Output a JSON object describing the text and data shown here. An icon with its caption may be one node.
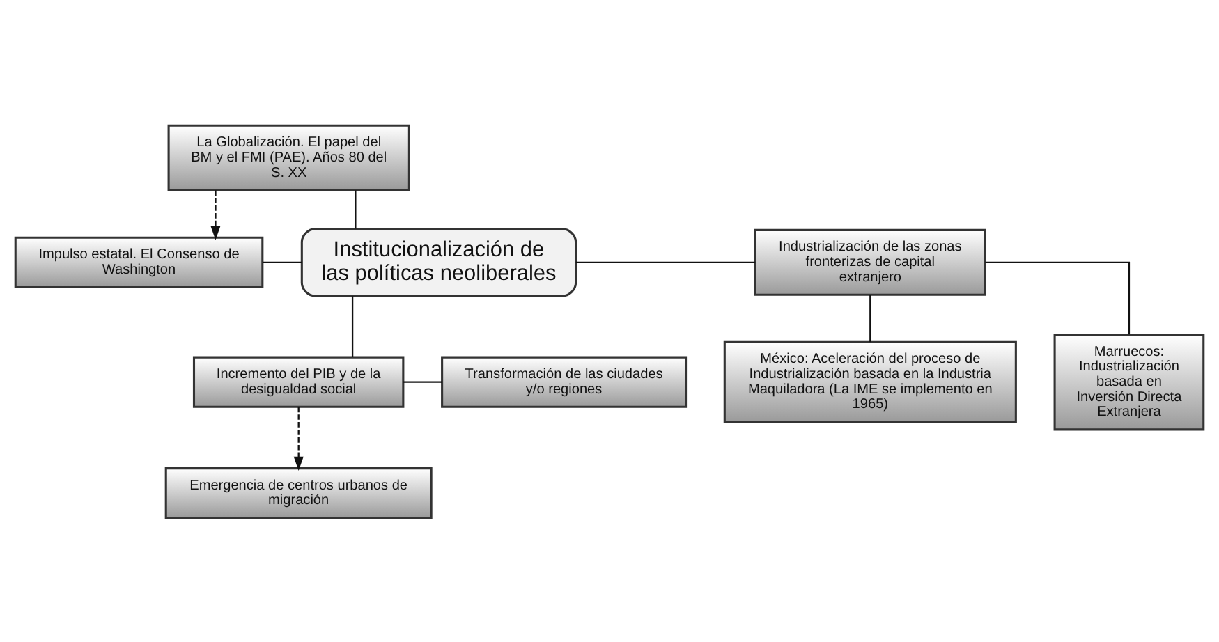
{
  "diagram": {
    "nodes": [
      {
        "text": [
          "La Globalización. El papel del BM y el FMI (PAE). Años 80 del S. XX"
        ]
      },
      {
        "text": [
          "Impulso estatal. El Consenso de Washington"
        ]
      },
      {
        "text": [
          "Institucionalización de las políticas neoliberales"
        ]
      },
      {
        "text": [
          "Industrialización de las zonas fronterizas de capital extranjero"
        ]
      },
      {
        "text": [
          "México: Aceleración del proceso de Industrialización basada en la Industria Maquiladora (La IME se implemento en 1965)"
        ]
      },
      {
        "text": [
          "Marruecos: Industrialización basada en Inversión Directa Extranjera"
        ]
      },
      {
        "text": [
          "Transformación de las ciudades y/o regiones"
        ]
      },
      {
        "text": [
          "Incremento del PIB y de la desigualdad social"
        ]
      },
      {
        "text": [
          "Emergencia de centros urbanos de migración"
        ]
      }
    ],
    "edges": [
      {
        "from": 0,
        "to": 2,
        "arrow": "none"
      },
      {
        "from": 0,
        "to": 1,
        "arrow": "to",
        "style": "dashed"
      },
      {
        "from": 1,
        "to": 2,
        "arrow": "none"
      },
      {
        "from": 2,
        "to": 3,
        "arrow": "none"
      },
      {
        "from": 3,
        "to": 4,
        "arrow": "none"
      },
      {
        "from": 3,
        "to": 5,
        "arrow": "none"
      },
      {
        "from": 2,
        "to": 7,
        "arrow": "none"
      },
      {
        "from": 7,
        "to": 6,
        "arrow": "none"
      },
      {
        "from": 7,
        "to": 8,
        "arrow": "to",
        "style": "dashed"
      }
    ]
  }
}
